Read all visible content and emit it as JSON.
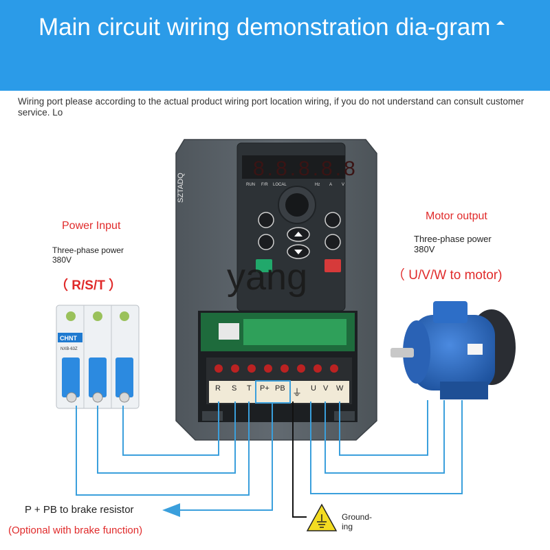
{
  "header": {
    "title": "Main circuit wiring demonstration dia-gram"
  },
  "note": "Wiring port please according to the actual product wiring port location wiring, if you do not understand can consult customer service. Lo",
  "power_input": {
    "title": "Power Input",
    "desc_line1": "Three-phase power",
    "desc_line2": "380V",
    "terminals": "（ R/S/T ）"
  },
  "motor_output": {
    "title": "Motor output",
    "desc_line1": "Three-phase power",
    "desc_line2": "380V",
    "terminals": "（ U/V/W to motor)"
  },
  "inverter": {
    "brand": "SZTADQ",
    "display": "8.8.8.8.8",
    "indicators": [
      "RUN",
      "F/R",
      "LOCAL",
      "Hz",
      "A",
      "V"
    ],
    "terminal_labels": [
      "R",
      "S",
      "T",
      "P+",
      "PB",
      "U",
      "V",
      "W"
    ]
  },
  "breaker": {
    "brand": "CHNT",
    "model": "NXB-63Z"
  },
  "brake": {
    "label": "P + PB to brake resistor",
    "optional": "(Optional with brake function)"
  },
  "grounding": {
    "line1": "Ground-",
    "line2": "ing"
  },
  "watermark": "yang",
  "colors": {
    "banner": "#2b9be8",
    "wire": "#3a9fdc",
    "accent_red": "#e02a2a",
    "inverter_body": "#565d63",
    "motor_blue": "#2563b8"
  }
}
